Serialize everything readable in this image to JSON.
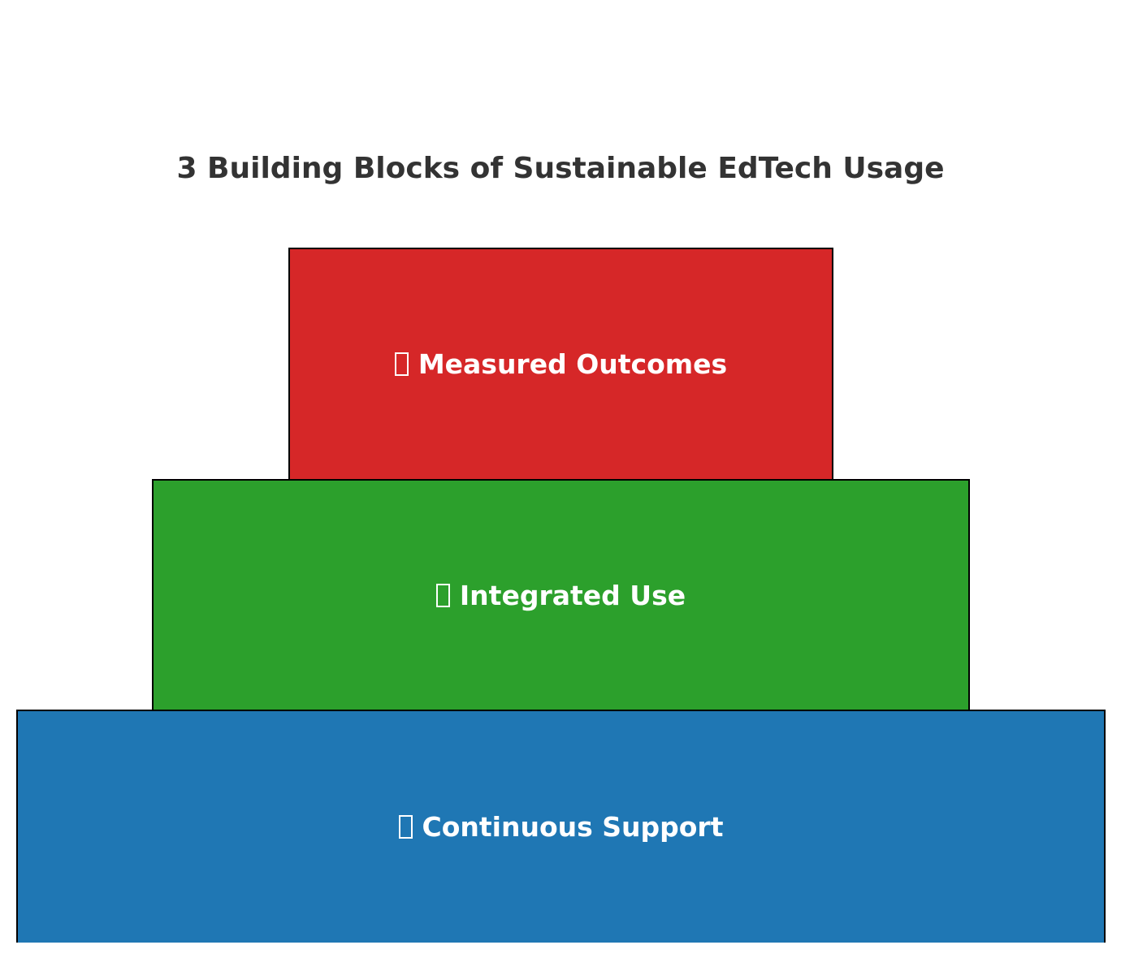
{
  "diagram": {
    "title": "3 Building Blocks of Sustainable EdTech Usage",
    "blocks": [
      {
        "label": "Measured Outcomes",
        "color": "#d62728",
        "icon": "missing-glyph-icon"
      },
      {
        "label": "Integrated Use",
        "color": "#2ca02c",
        "icon": "missing-glyph-icon"
      },
      {
        "label": "Continuous Support",
        "color": "#1f77b4",
        "icon": "missing-glyph-icon"
      }
    ]
  }
}
